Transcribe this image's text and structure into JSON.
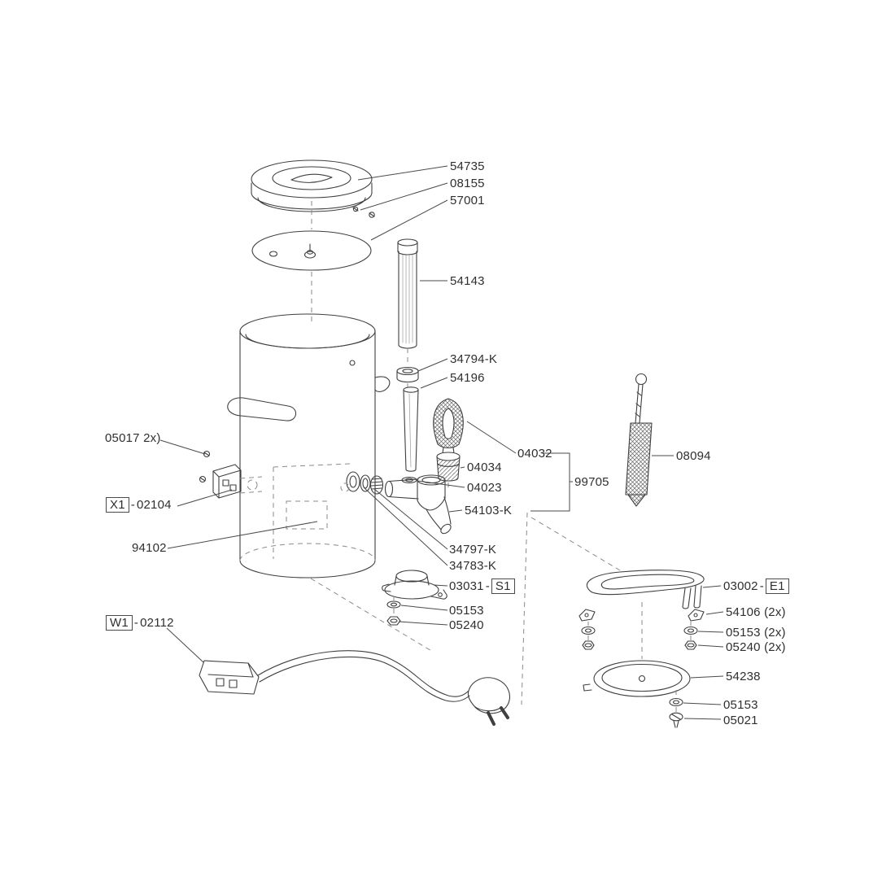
{
  "page": {
    "background": "#ffffff",
    "ink": "#3f3f3f",
    "label_color": "#2f2f2f"
  },
  "punct": {
    "dash": "-"
  },
  "parts": {
    "lid": "54735",
    "lid_screw": "08155",
    "inner_lid": "57001",
    "riser_tube": "54143",
    "tube_fitting": "34794-K",
    "gauge_glass": "54196",
    "valve_piston": "04034",
    "valve_group": "04032",
    "seal_ring": "04023",
    "tap_group": "99705",
    "tap": "54103-K",
    "screws_05017": "05017 2x)",
    "x1_ref": "X1",
    "x1_part": "02104",
    "body": "94102",
    "tap_nut": "34797-K",
    "tap_washer": "34783-K",
    "thermostat": "03031",
    "s1_ref": "S1",
    "washer_a": "05153",
    "nut_a": "05240",
    "w1_ref": "W1",
    "power_cord": "02112",
    "cleaning_brush": "08094",
    "heating_element": "03002",
    "e1_ref": "E1",
    "element_clips": "54106 (2x)",
    "element_washers": "05153 (2x)",
    "element_nuts": "05240 (2x)",
    "bottom_plate": "54238",
    "washer_b": "05153",
    "screw_05021": "05021"
  }
}
